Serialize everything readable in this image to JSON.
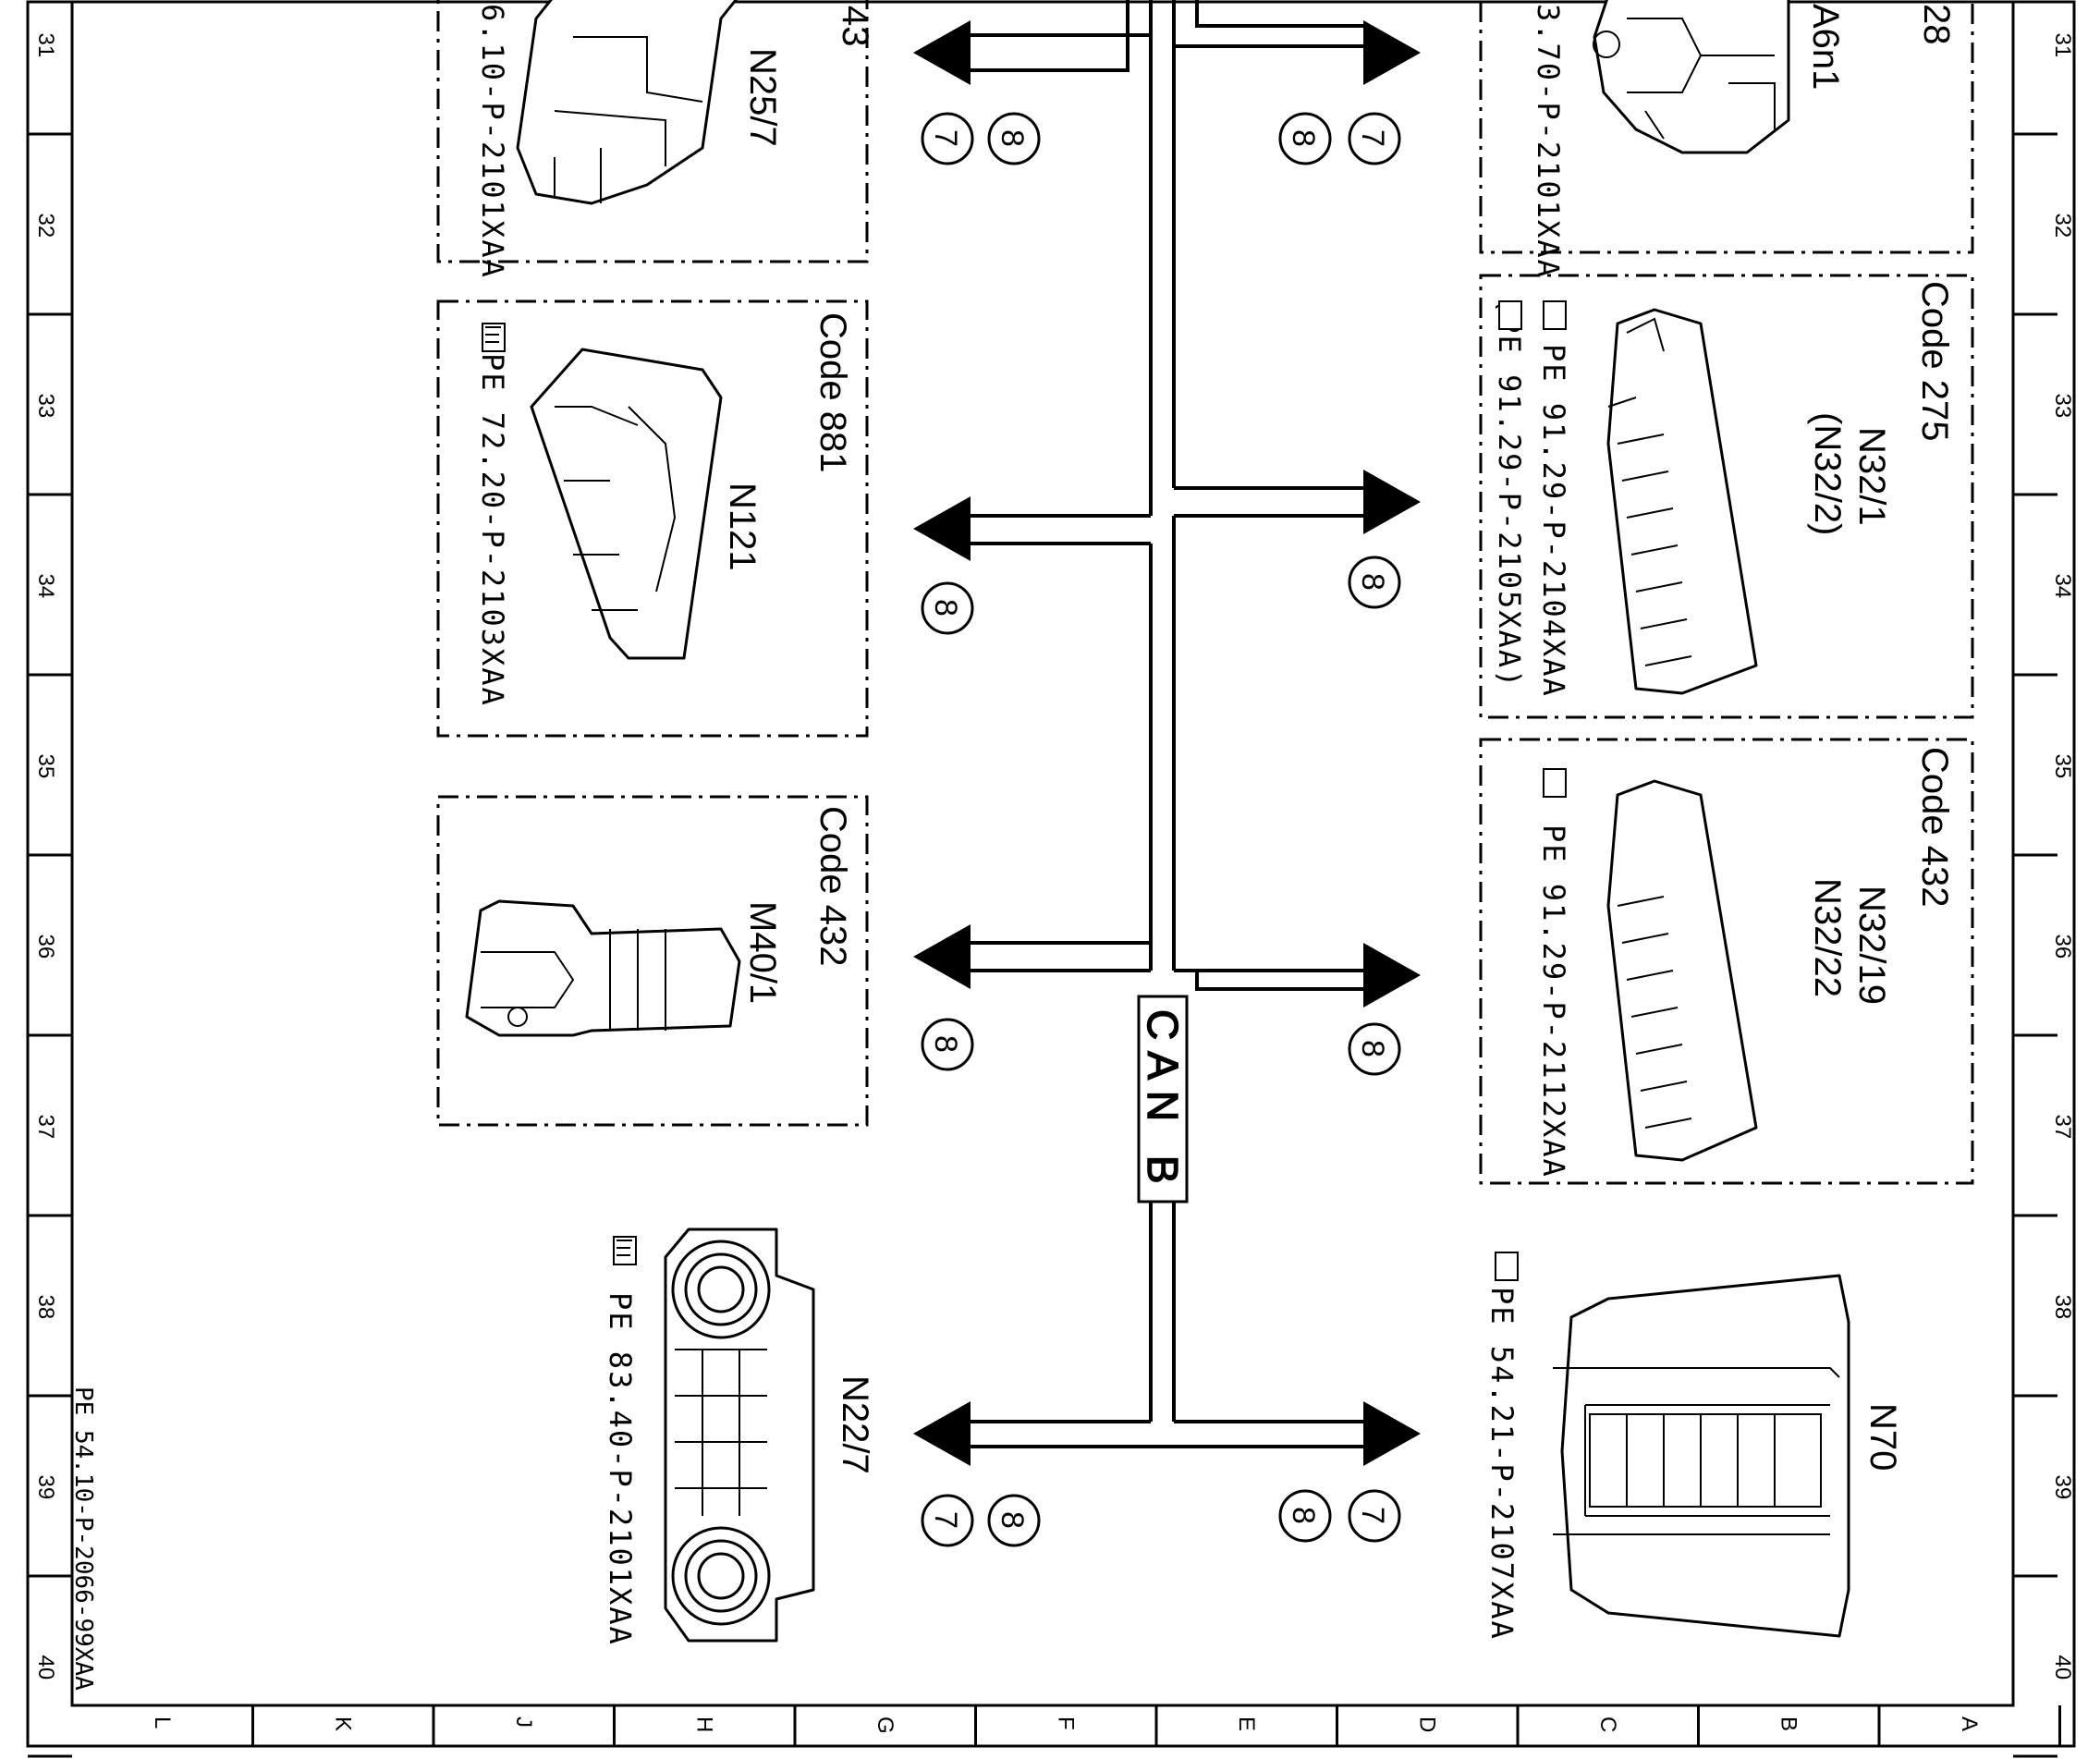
{
  "diagram": {
    "doc_code": "PE 54.10-P-2066-99XAA",
    "bus_label": "CAN B",
    "row_numbers": [
      "31",
      "32",
      "33",
      "34",
      "35",
      "36",
      "37",
      "38",
      "39",
      "40"
    ],
    "col_letters": [
      "L",
      "K",
      "J",
      "H",
      "G",
      "F",
      "E",
      "D",
      "C",
      "B",
      "A"
    ],
    "left_components": [
      {
        "id": "N25/7",
        "code": "43",
        "ref": "6.10-P-2101XAA",
        "pins": [
          "7",
          "8"
        ]
      },
      {
        "id": "N121",
        "code": "Code 881",
        "ref": "PE 72.20-P-2103XAA",
        "pins": [
          "8"
        ]
      },
      {
        "id": "M40/1",
        "code": "Code 432",
        "ref": "",
        "pins": [
          "8"
        ]
      },
      {
        "id": "N22/7",
        "code": "",
        "ref": "PE 83.40-P-2101XAA",
        "pins": [
          "7",
          "8"
        ]
      }
    ],
    "right_components": [
      {
        "id": "A6n1",
        "code": "28",
        "ref": "3.70-P-2101XAA",
        "pins": [
          "8",
          "7"
        ]
      },
      {
        "id": "N32/1",
        "id2": "(N32/2)",
        "code": "Code 275",
        "ref": "PE 91.29-P-2104XAA",
        "ref2": "(PE 91.29-P-2105XAA)",
        "pins": [
          "8"
        ]
      },
      {
        "id": "N32/19",
        "id2": "N32/22",
        "code": "Code 432",
        "ref": "PE 91.29-P-2112XAA",
        "pins": [
          "8"
        ]
      },
      {
        "id": "N70",
        "code": "",
        "ref": "PE 54.21-P-2107XAA",
        "pins": [
          "8",
          "7"
        ]
      }
    ]
  }
}
